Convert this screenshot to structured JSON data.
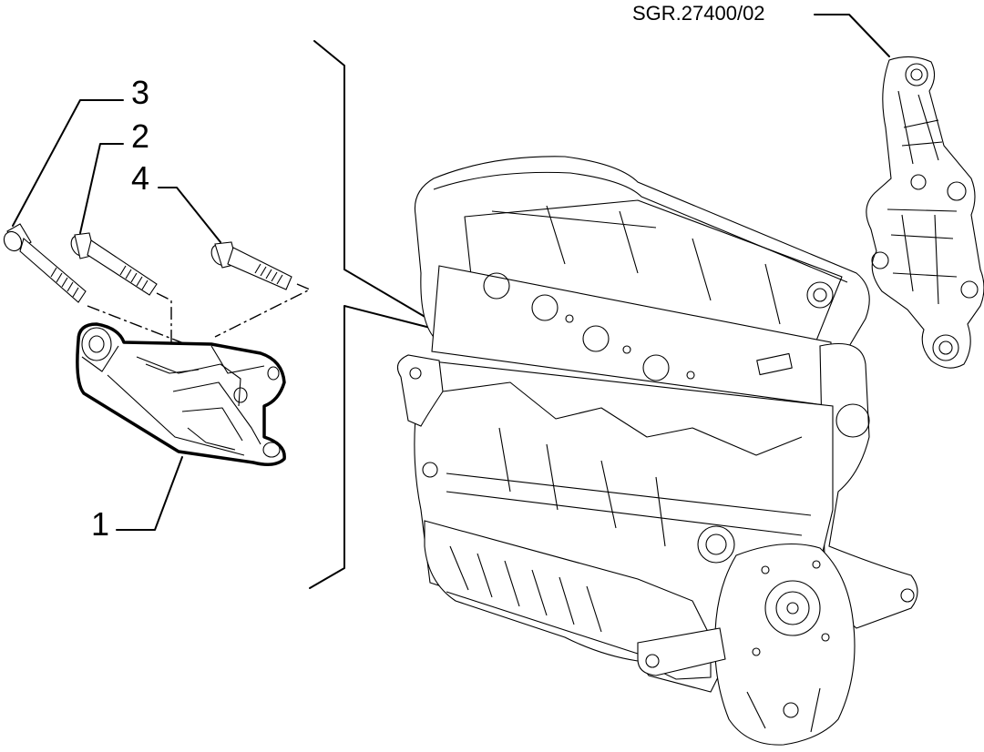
{
  "reference_code": "SGR.27400/02",
  "callouts": [
    {
      "label": "3"
    },
    {
      "label": "2"
    },
    {
      "label": "4"
    },
    {
      "label": "1"
    }
  ]
}
